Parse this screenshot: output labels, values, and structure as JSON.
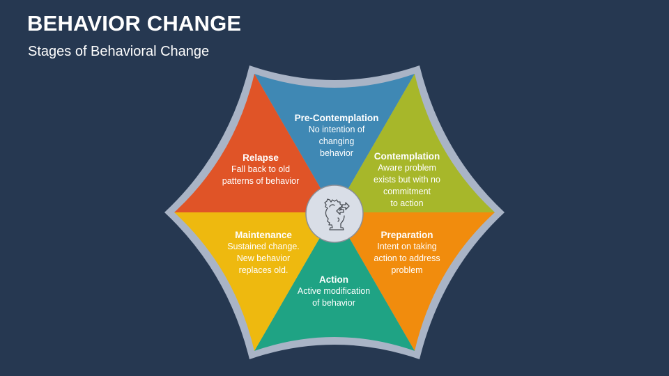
{
  "slide": {
    "title": "BEHAVIOR CHANGE",
    "subtitle": "Stages of Behavioral Change",
    "background": "#263851"
  },
  "diagram": {
    "type": "hexagonal-star-cycle",
    "border_color": "#a9b4c6",
    "center": {
      "icon": "head-gear-arrows-icon",
      "fill": "#d9dee7",
      "stroke": "#8a8f98"
    },
    "stages": [
      {
        "name": "Pre-Contemplation",
        "description": "No intention of\nchanging\nbehavior",
        "color": "#3f88b4",
        "position": "top"
      },
      {
        "name": "Contemplation",
        "description": "Aware problem\nexists but with no\ncommitment\nto action",
        "color": "#a7b72a",
        "position": "upper-right"
      },
      {
        "name": "Preparation",
        "description": "Intent on taking\naction to address\nproblem",
        "color": "#f18c0d",
        "position": "lower-right"
      },
      {
        "name": "Action",
        "description": "Active modification\nof behavior",
        "color": "#1fa384",
        "position": "bottom"
      },
      {
        "name": "Maintenance",
        "description": "Sustained change.\nNew behavior\nreplaces old.",
        "color": "#eeb90f",
        "position": "lower-left"
      },
      {
        "name": "Relapse",
        "description": "Fall back to old\npatterns of behavior",
        "color": "#e05427",
        "position": "upper-left"
      }
    ]
  }
}
